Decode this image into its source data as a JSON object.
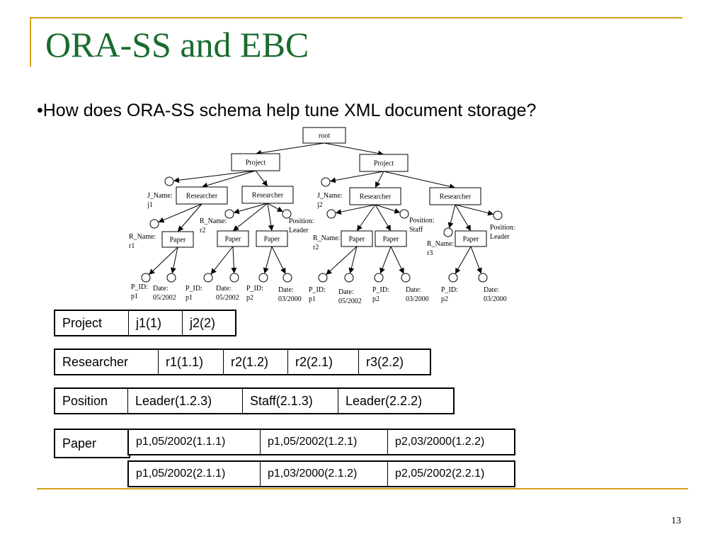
{
  "slide": {
    "title": "ORA-SS and EBC",
    "bullet": "•How does ORA-SS schema help tune XML document storage?",
    "page_number": "13"
  },
  "tree": {
    "root": "root",
    "project": "Project",
    "researcher": "Researcher",
    "paper": "Paper",
    "j_name_label": "J_Name:",
    "j1": "j1",
    "j2": "j2",
    "r_name_label": "R_Name:",
    "r1": "r1",
    "r2": "r2",
    "r3": "r3",
    "position_label": "Position:",
    "leader": "Leader",
    "staff": "Staff",
    "p_id_label": "P_ID:",
    "p1": "p1",
    "p2": "p2",
    "date_label": "Date:",
    "date_05_2002": "05/2002",
    "date_03_2000": "03/2000"
  },
  "tables": {
    "project": {
      "header": "Project",
      "cells": [
        "j1(1)",
        "j2(2)"
      ]
    },
    "researcher": {
      "header": "Researcher",
      "cells": [
        "r1(1.1)",
        "r2(1.2)",
        "r2(2.1)",
        "r3(2.2)"
      ]
    },
    "position": {
      "header": "Position",
      "cells": [
        "Leader(1.2.3)",
        "Staff(2.1.3)",
        "Leader(2.2.2)"
      ]
    },
    "paper": {
      "header": "Paper",
      "row1": [
        "p1,05/2002(1.1.1)",
        "p1,05/2002(1.2.1)",
        "p2,03/2000(1.2.2)"
      ],
      "row2": [
        "p1,05/2002(2.1.1)",
        "p1,03/2000(2.1.2)",
        "p2,05/2002(2.2.1)"
      ]
    }
  }
}
